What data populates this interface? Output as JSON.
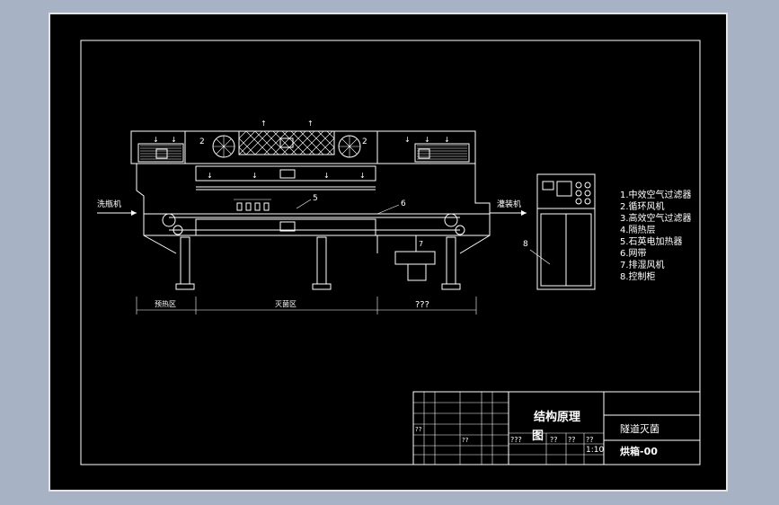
{
  "legend": {
    "items": [
      "1.中效空气过滤器",
      "2.循环风机",
      "3.高效空气过滤器",
      "4.隔热层",
      "5.石英电加热器",
      "6.网带",
      "7.排湿风机",
      "8.控制柜"
    ]
  },
  "labels": {
    "left_machine": "洗瓶机",
    "right_machine": "灌装机",
    "zone_preheat": "预热区",
    "zone_sterilize": "灭菌区",
    "zone_unknown": "???",
    "cabinet_number": "8"
  },
  "title_block": {
    "drawing_title_a": "结构原理",
    "drawing_title_b": "图",
    "product_name": "隧道灭菌",
    "product_code": "烘箱-00",
    "scale": "1:10",
    "qmarks": [
      "???",
      "??",
      "??",
      "??",
      "??",
      "??"
    ]
  }
}
